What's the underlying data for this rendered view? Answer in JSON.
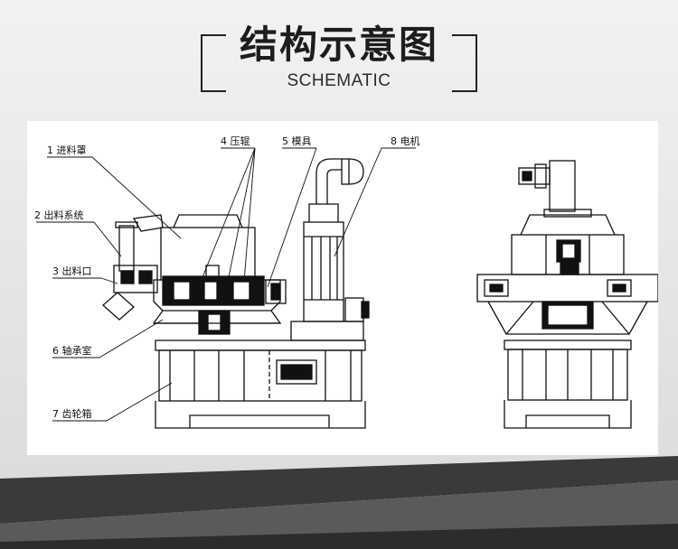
{
  "header": {
    "title_cn": "结构示意图",
    "title_en": "SCHEMATIC"
  },
  "diagram": {
    "labels": [
      {
        "id": "1",
        "text": "1 进料罩"
      },
      {
        "id": "2",
        "text": "2 出料系统"
      },
      {
        "id": "3",
        "text": "3 出料口"
      },
      {
        "id": "4",
        "text": "4 压辊"
      },
      {
        "id": "5",
        "text": "5 模具"
      },
      {
        "id": "6",
        "text": "6 轴承室"
      },
      {
        "id": "7",
        "text": "7 齿轮箱"
      },
      {
        "id": "8",
        "text": "8 电机"
      }
    ]
  }
}
